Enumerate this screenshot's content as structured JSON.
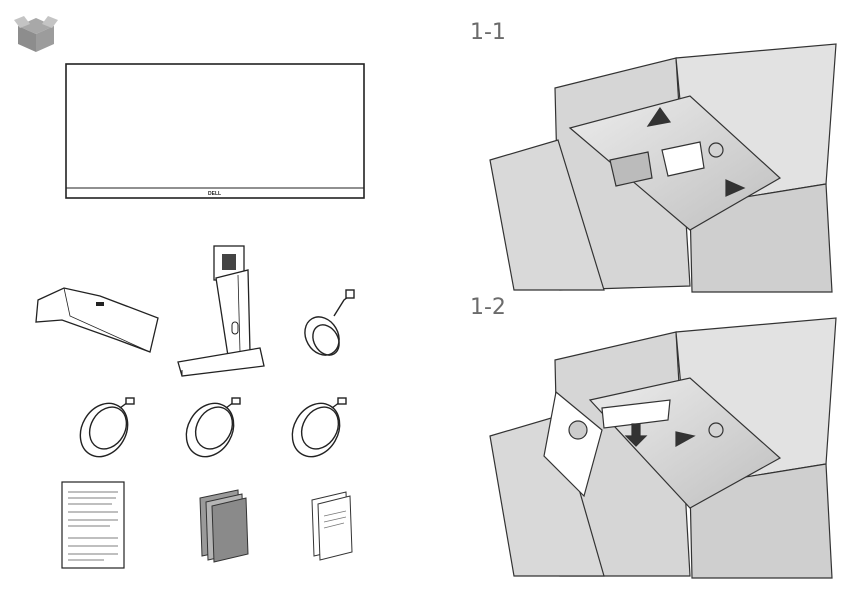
{
  "header": {
    "icon": "open-box-icon"
  },
  "monitor": {
    "brand": "DELL"
  },
  "contents": {
    "items": [
      {
        "name": "cable-cover",
        "icon": "cable-cover-icon"
      },
      {
        "name": "stand",
        "icon": "stand-icon"
      },
      {
        "name": "power-cable",
        "icon": "power-cable-icon"
      },
      {
        "name": "cable-1",
        "icon": "video-cable-icon"
      },
      {
        "name": "cable-2",
        "icon": "video-cable-icon"
      },
      {
        "name": "cable-3",
        "icon": "usb-cable-icon"
      },
      {
        "name": "report",
        "icon": "factory-report-icon"
      },
      {
        "name": "quick-setup",
        "icon": "quick-setup-guide-icon"
      },
      {
        "name": "safety-info",
        "icon": "safety-info-icon"
      }
    ]
  },
  "steps": {
    "step1": {
      "label": "1-1"
    },
    "step2": {
      "label": "1-2"
    }
  },
  "colors": {
    "line": "#222222",
    "box": "#d9d9d9",
    "box_dark": "#bdbdbd",
    "label": "#6b6b6b"
  }
}
